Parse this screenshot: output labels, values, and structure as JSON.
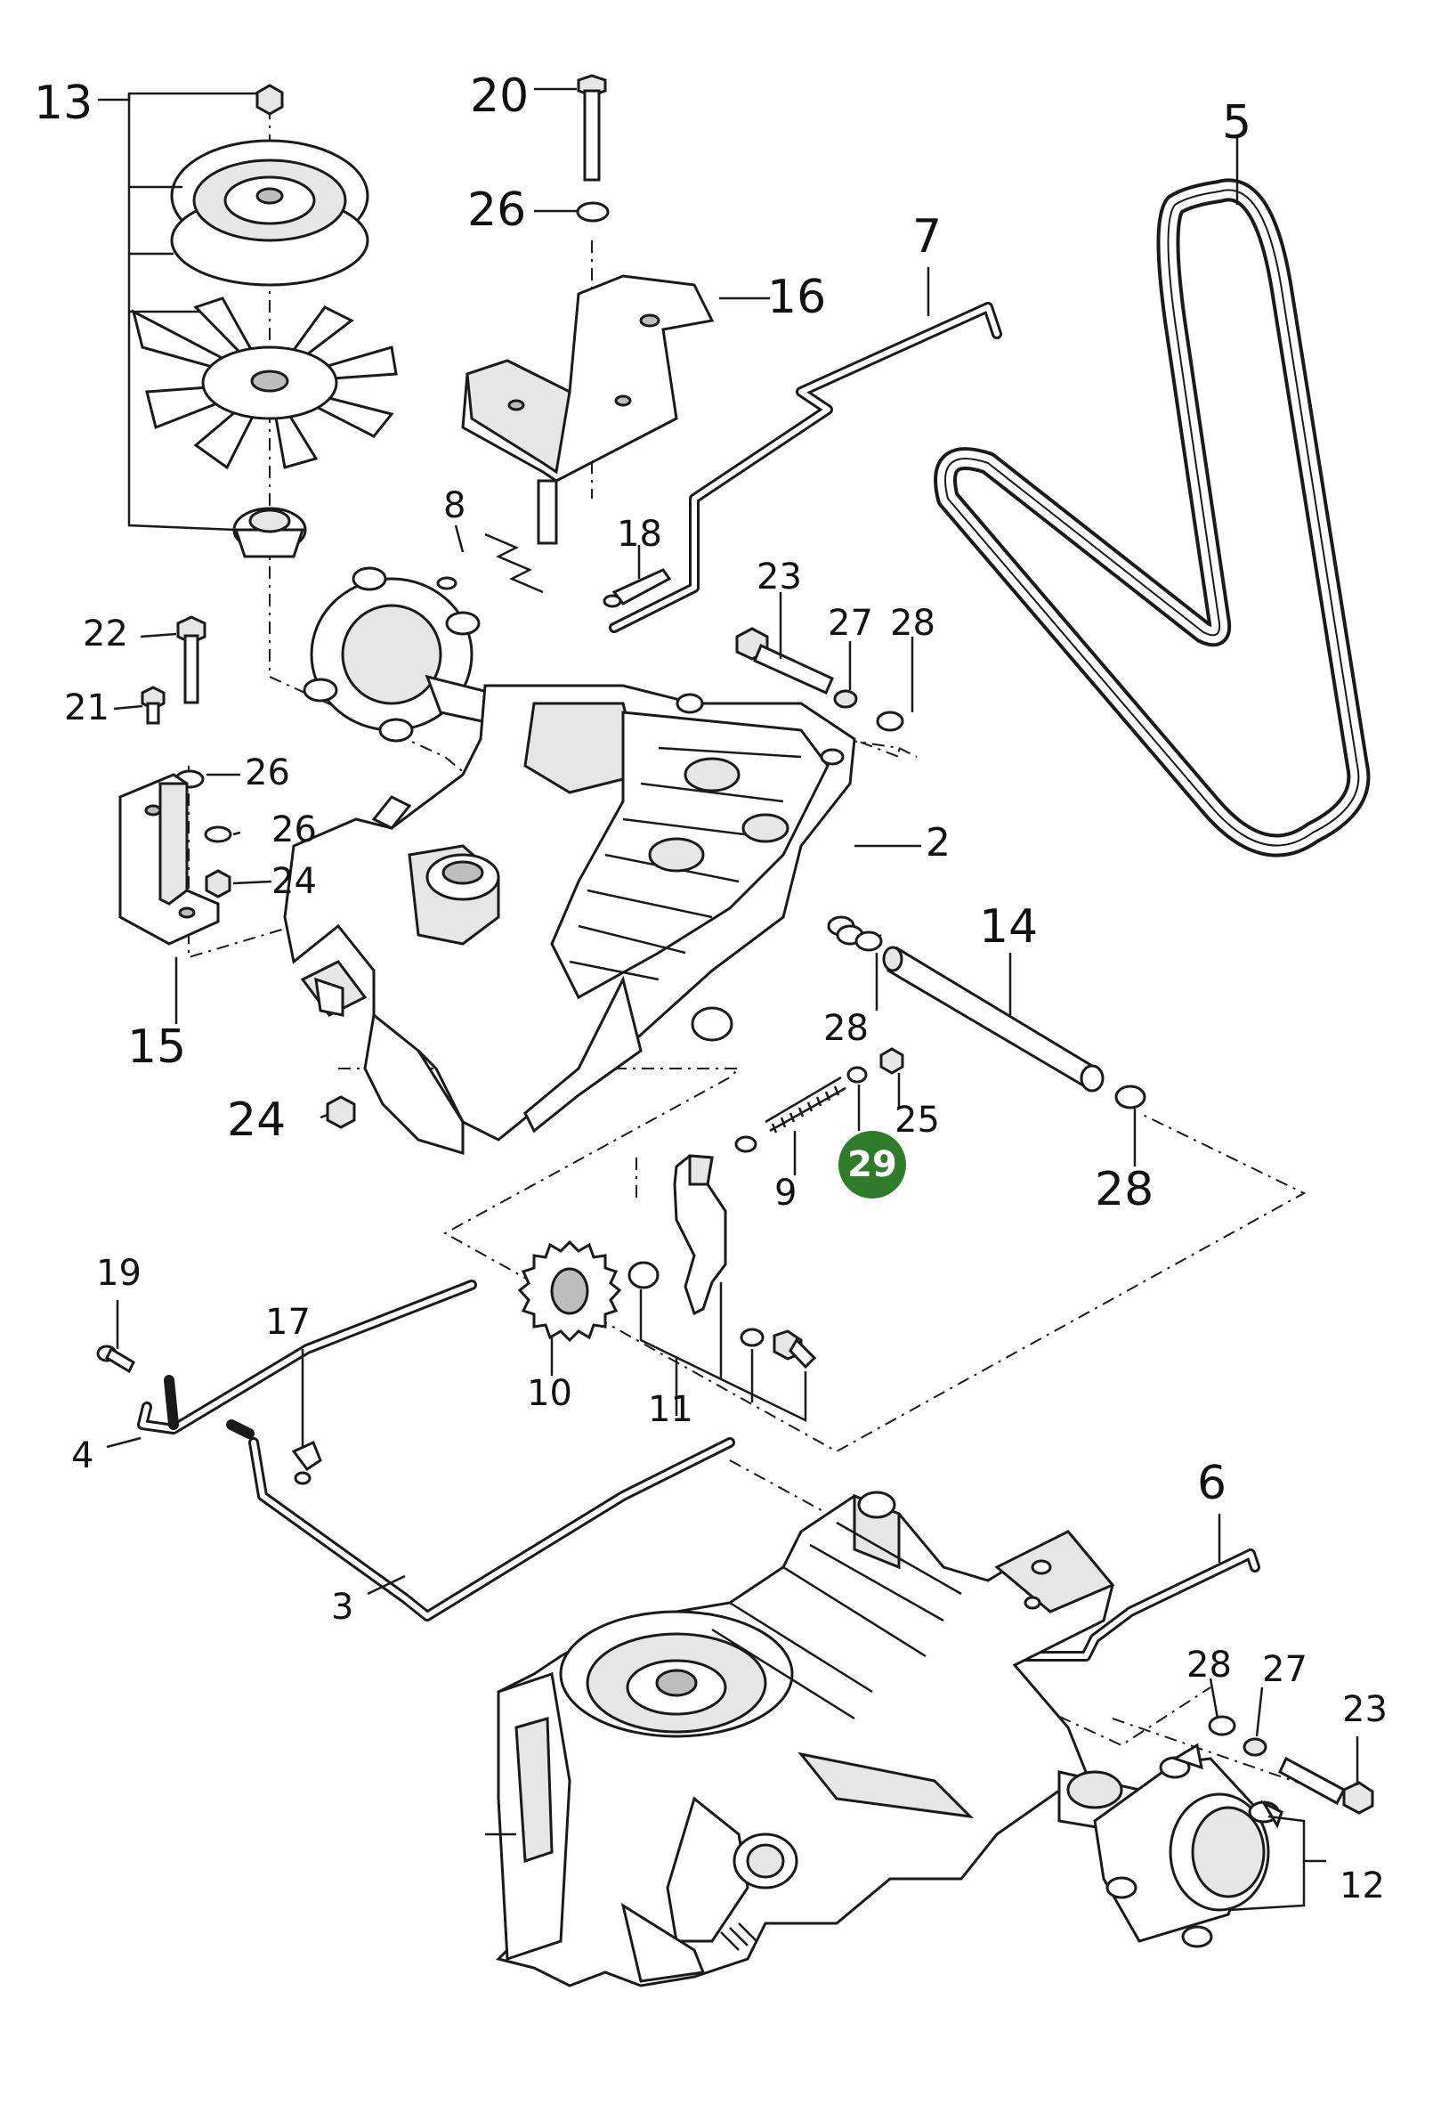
{
  "callouts": [
    {
      "id": "c13",
      "text": "13"
    },
    {
      "id": "c20",
      "text": "20"
    },
    {
      "id": "c26a",
      "text": "26"
    },
    {
      "id": "c5",
      "text": "5"
    },
    {
      "id": "c7",
      "text": "7"
    },
    {
      "id": "c16",
      "text": "16"
    },
    {
      "id": "c8",
      "text": "8"
    },
    {
      "id": "c18",
      "text": "18"
    },
    {
      "id": "c23a",
      "text": "23"
    },
    {
      "id": "c27a",
      "text": "27"
    },
    {
      "id": "c28a",
      "text": "28"
    },
    {
      "id": "c22",
      "text": "22"
    },
    {
      "id": "c21",
      "text": "21"
    },
    {
      "id": "c26b",
      "text": "26"
    },
    {
      "id": "c26c",
      "text": "26"
    },
    {
      "id": "c24a",
      "text": "24"
    },
    {
      "id": "c2",
      "text": "2"
    },
    {
      "id": "c14",
      "text": "14"
    },
    {
      "id": "c15",
      "text": "15"
    },
    {
      "id": "c28b",
      "text": "28"
    },
    {
      "id": "c25",
      "text": "25"
    },
    {
      "id": "c24b",
      "text": "24"
    },
    {
      "id": "c9",
      "text": "9"
    },
    {
      "id": "c28c",
      "text": "28"
    },
    {
      "id": "c19",
      "text": "19"
    },
    {
      "id": "c17",
      "text": "17"
    },
    {
      "id": "c10",
      "text": "10"
    },
    {
      "id": "c11",
      "text": "11"
    },
    {
      "id": "c4",
      "text": "4"
    },
    {
      "id": "c6",
      "text": "6"
    },
    {
      "id": "c3",
      "text": "3"
    },
    {
      "id": "c28d",
      "text": "28"
    },
    {
      "id": "c27b",
      "text": "27"
    },
    {
      "id": "c23b",
      "text": "23"
    },
    {
      "id": "c12",
      "text": "12"
    }
  ],
  "highlight": {
    "text": "29",
    "color": "#2f7d2b",
    "text_color": "#ffffff"
  },
  "colors": {
    "line": "#1a1a1a",
    "background": "#ffffff",
    "part_shade": "#e6e6e6"
  }
}
